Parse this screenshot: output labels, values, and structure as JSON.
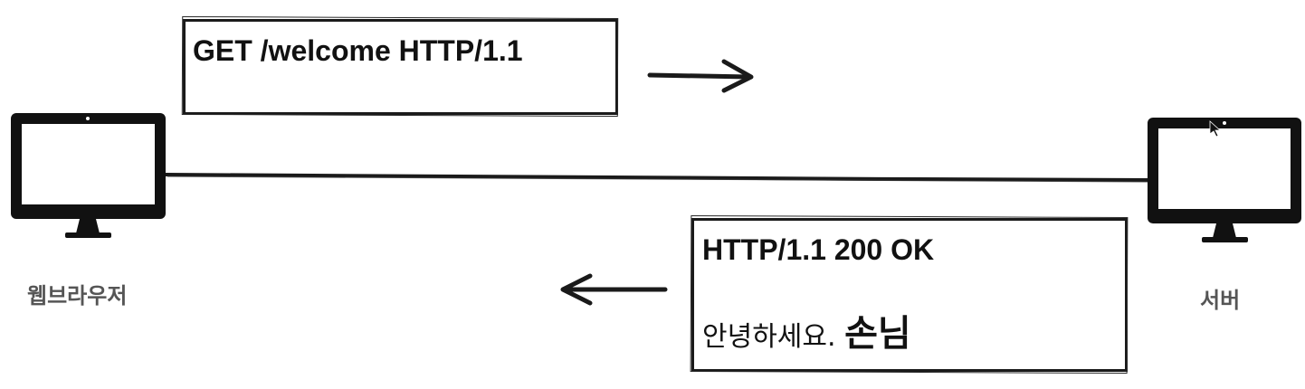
{
  "client": {
    "label": "웹브라우저",
    "icon": "monitor-icon"
  },
  "server": {
    "label": "서버",
    "icon": "monitor-icon"
  },
  "request": {
    "line": "GET /welcome HTTP/1.1"
  },
  "response": {
    "status_line": "HTTP/1.1 200 OK",
    "body_text": "안녕하세요.",
    "body_emphasis": "손님"
  },
  "colors": {
    "stroke": "#111111",
    "label": "#555555",
    "background": "#ffffff"
  }
}
